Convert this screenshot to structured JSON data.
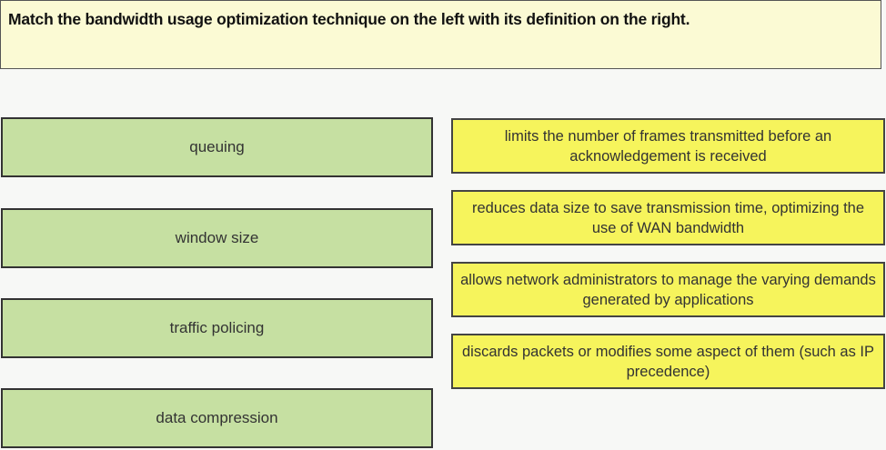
{
  "question": "Match the bandwidth usage optimization technique on the left with its definition on the right.",
  "techniques": [
    "queuing",
    "window size",
    "traffic policing",
    "data compression"
  ],
  "definitions": [
    "limits the number of frames transmitted before an acknowledgement is received",
    "reduces data size to save transmission time, optimizing the use of WAN bandwidth",
    "allows network administrators to manage  the varying demands generated by applications",
    "discards packets or modifies some aspect of them (such as IP precedence)"
  ],
  "colors": {
    "technique_bg": "#c6e0a2",
    "definition_bg": "#f6f45c",
    "header_bg": "#fbfad4"
  }
}
